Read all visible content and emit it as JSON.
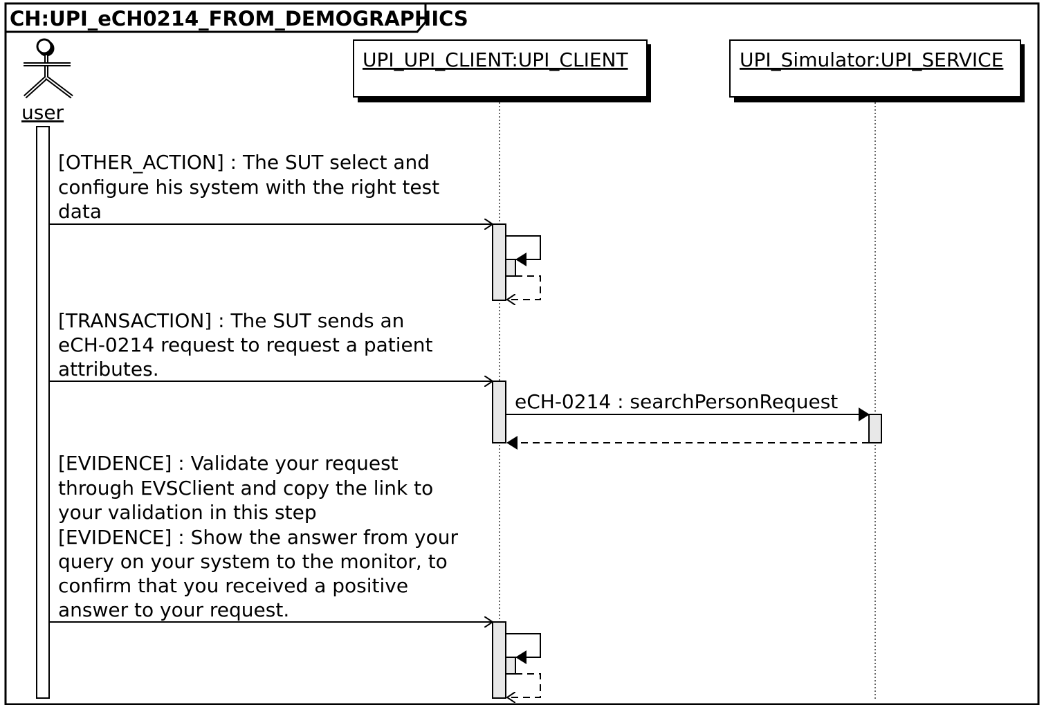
{
  "frame": {
    "title": "CH:UPI_eCH0214_FROM_DEMOGRAPHICS"
  },
  "participants": {
    "user": {
      "label": "user",
      "icon": "actor-stick-figure-icon"
    },
    "client": {
      "label": "UPI_UPI_CLIENT:UPI_CLIENT"
    },
    "service": {
      "label": "UPI_Simulator:UPI_SERVICE"
    }
  },
  "messages": {
    "m1": {
      "lines": [
        "[OTHER_ACTION] : The SUT select and",
        "configure his system with the right test",
        "data"
      ]
    },
    "m2": {
      "lines": [
        "[TRANSACTION] : The SUT sends an",
        "eCH-0214 request to request a patient",
        "attributes."
      ]
    },
    "m3": {
      "label": "eCH-0214 : searchPersonRequest"
    },
    "m4": {
      "lines": [
        "[EVIDENCE] : Validate your request",
        "through EVSClient and copy the link to",
        "your validation in this step",
        "[EVIDENCE] : Show the answer from your",
        "query on your system to the monitor, to",
        "confirm that you received a positive",
        "answer to your request."
      ]
    }
  },
  "colors": {
    "activation_fill": "#e8e8e8",
    "line": "#000000",
    "background": "#ffffff"
  }
}
